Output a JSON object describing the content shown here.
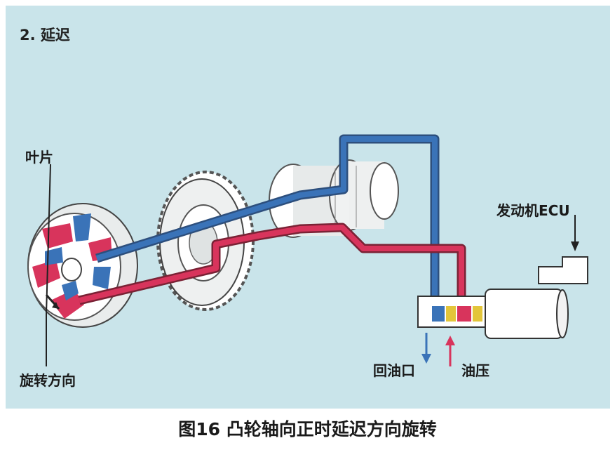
{
  "panel_title": "2. 延迟",
  "labels": {
    "vane": "叶片",
    "rotation": "旋转方向",
    "ecu": "发动机ECU",
    "return_port": "回油口",
    "oil_pressure": "油压"
  },
  "caption": "图16 凸轮轴向正时延迟方向旋转",
  "colors": {
    "background": "#c9e4ea",
    "retard_oil": "#d8345c",
    "return_oil": "#3a73b8",
    "valve_yellow": "#e3c53a"
  }
}
